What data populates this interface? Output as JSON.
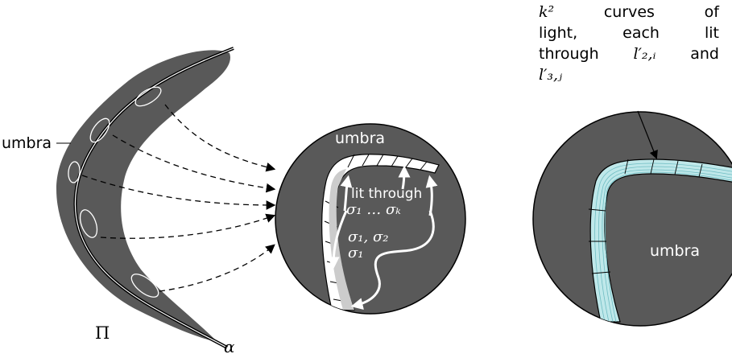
{
  "left_figure": {
    "umbra_label": "umbra",
    "region_label": "Π",
    "curve_label": "α"
  },
  "middle_figure": {
    "umbra_label": "umbra",
    "lit_label": "lit through",
    "sigma_range": "σ₁ … σₖ",
    "sigma_pair": "σ₁, σ₂",
    "sigma_one": "σ₁"
  },
  "right_figure": {
    "umbra_label": "umbra",
    "caption_row1": [
      "k²",
      "curves",
      "of"
    ],
    "caption_row2": [
      "light,",
      "each",
      "lit"
    ],
    "caption_row3": [
      "through",
      "l′₂,ᵢ",
      "and"
    ],
    "caption_row4": [
      "l′₃,ⱼ"
    ]
  },
  "colors": {
    "umbra_fill": "#595959",
    "light_curve": "#bfe8ea",
    "white": "#ffffff"
  }
}
